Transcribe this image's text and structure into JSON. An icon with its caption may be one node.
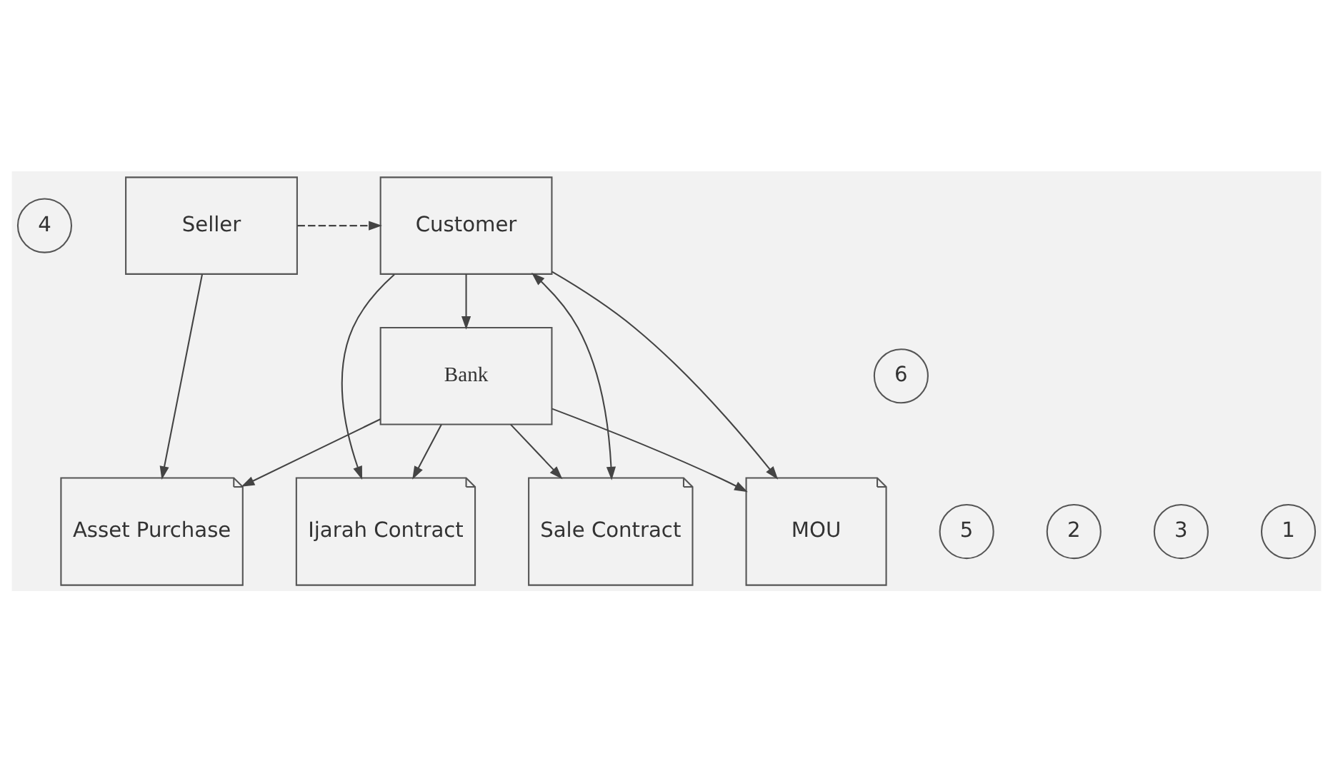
{
  "diagram": {
    "nodes": [
      {
        "text": [
          "4"
        ]
      },
      {
        "text": [
          "Seller"
        ]
      },
      {
        "text": [
          "Customer"
        ]
      },
      {
        "text": [
          "5"
        ]
      },
      {
        "text": [
          "Asset Purchase"
        ]
      },
      {
        "text": [
          "Ijarah Contract"
        ]
      },
      {
        "text": [
          "Sale Contract"
        ]
      },
      {
        "text": [
          "MOU"
        ]
      },
      {
        "text": [
          "2"
        ]
      },
      {
        "text": [
          "3"
        ]
      },
      {
        "text": [
          "1"
        ]
      },
      {
        "text": [
          "Bank"
        ]
      },
      {
        "text": [
          "6"
        ]
      }
    ],
    "edges": [
      {
        "from": 1,
        "to": 2,
        "arrow": "to",
        "style": "dashed"
      },
      {
        "from": 1,
        "to": 4,
        "arrow": "to"
      },
      {
        "from": 2,
        "to": 11,
        "arrow": "to"
      },
      {
        "from": 2,
        "to": 5,
        "arrow": "to"
      },
      {
        "from": 2,
        "to": 7,
        "arrow": "to"
      },
      {
        "from": 2,
        "to": 6,
        "arrow": "both"
      },
      {
        "from": 11,
        "to": 4,
        "arrow": "to"
      },
      {
        "from": 11,
        "to": 5,
        "arrow": "to"
      },
      {
        "from": 11,
        "to": 7,
        "arrow": "to"
      },
      {
        "from": 11,
        "to": 6,
        "arrow": "to"
      }
    ]
  }
}
